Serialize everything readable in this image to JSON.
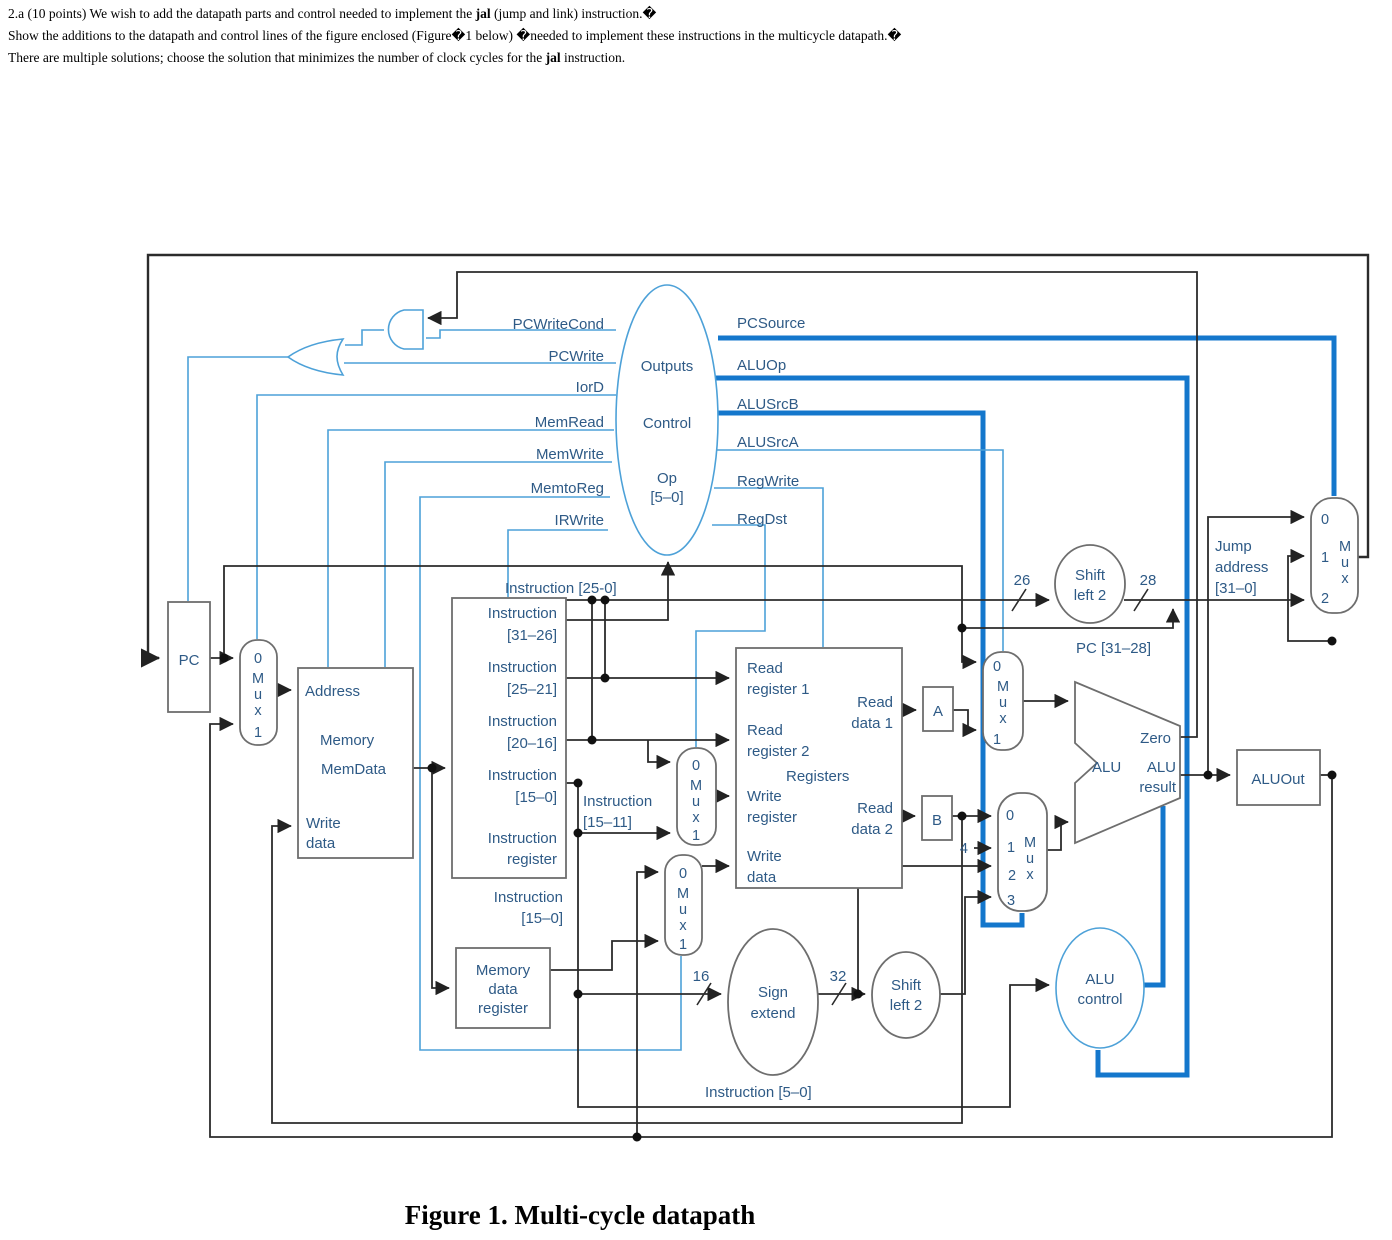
{
  "header": {
    "line1_pre": "2.a (10 points) We wish to add the datapath parts and control needed to implement the ",
    "line1_bold": "jal",
    "line1_post": " (jump and link) instruction.�",
    "line2": "Show the additions to the datapath and control lines of the figure enclosed (Figure�1 below) �needed to implement these instructions in the multicycle datapath.�",
    "line3_pre": "There are multiple solutions; choose the solution that minimizes the number of clock cycles for the ",
    "line3_bold": "jal",
    "line3_post": " instruction."
  },
  "caption": "Figure 1. Multi-cycle datapath",
  "colors": {
    "wire_black": "#2b2b2b",
    "wire_blue_thin": "#4da1d8",
    "wire_blue_thick": "#1477cc",
    "label_blue": "#2e5a86"
  },
  "labels": {
    "control_unit": {
      "outputs": "Outputs",
      "control": "Control",
      "op": "Op",
      "op_range": "[5–0]"
    },
    "signals_left": {
      "pcwritecond": "PCWriteCond",
      "pcwrite": "PCWrite",
      "iord": "IorD",
      "memread": "MemRead",
      "memwrite": "MemWrite",
      "memtoreg": "MemtoReg",
      "irwrite": "IRWrite"
    },
    "signals_right": {
      "pcsource": "PCSource",
      "aluop": "ALUOp",
      "alusrcb": "ALUSrcB",
      "alusrca": "ALUSrcA",
      "regwrite": "RegWrite",
      "regdst": "RegDst"
    },
    "pc": "PC",
    "mux": {
      "m0": "0",
      "m1": "1",
      "m2": "2",
      "m3": "3",
      "M": "M",
      "u": "u",
      "x": "x"
    },
    "memory": {
      "address": "Address",
      "memory": "Memory",
      "memdata": "MemData",
      "write": "Write",
      "data": "data"
    },
    "ir": {
      "instruction": "Instruction",
      "r3126": "[31–26]",
      "r2521": "[25–21]",
      "r2016": "[20–16]",
      "r150": "[15–0]",
      "register": "register"
    },
    "bus250": "Instruction [25-0]",
    "instr150a": "Instruction",
    "instr150b": "[15–0]",
    "instr1511a": "Instruction",
    "instr1511b": "[15–11]",
    "instr50": "Instruction [5–0]",
    "mdr": {
      "l1": "Memory",
      "l2": "data",
      "l3": "register"
    },
    "registers": {
      "read": "Read",
      "register1": "register 1",
      "register2": "register 2",
      "registers": "Registers",
      "write": "Write",
      "register": "register",
      "data": "data",
      "data1": "data 1",
      "data2": "data 2"
    },
    "a": "A",
    "b": "B",
    "alu": {
      "zero": "Zero",
      "alu": "ALU",
      "result": "result"
    },
    "aluout": "ALUOut",
    "alucontrol": {
      "l1": "ALU",
      "l2": "control"
    },
    "shift": "Shift",
    "left2": "left 2",
    "sign": "Sign",
    "extend": "extend",
    "jump": {
      "l1": "Jump",
      "l2": "address",
      "l3": "[31–0]"
    },
    "pc3128": "PC [31–28]",
    "nums": {
      "n26": "26",
      "n28": "28",
      "n16": "16",
      "n32": "32",
      "n4": "4"
    }
  }
}
